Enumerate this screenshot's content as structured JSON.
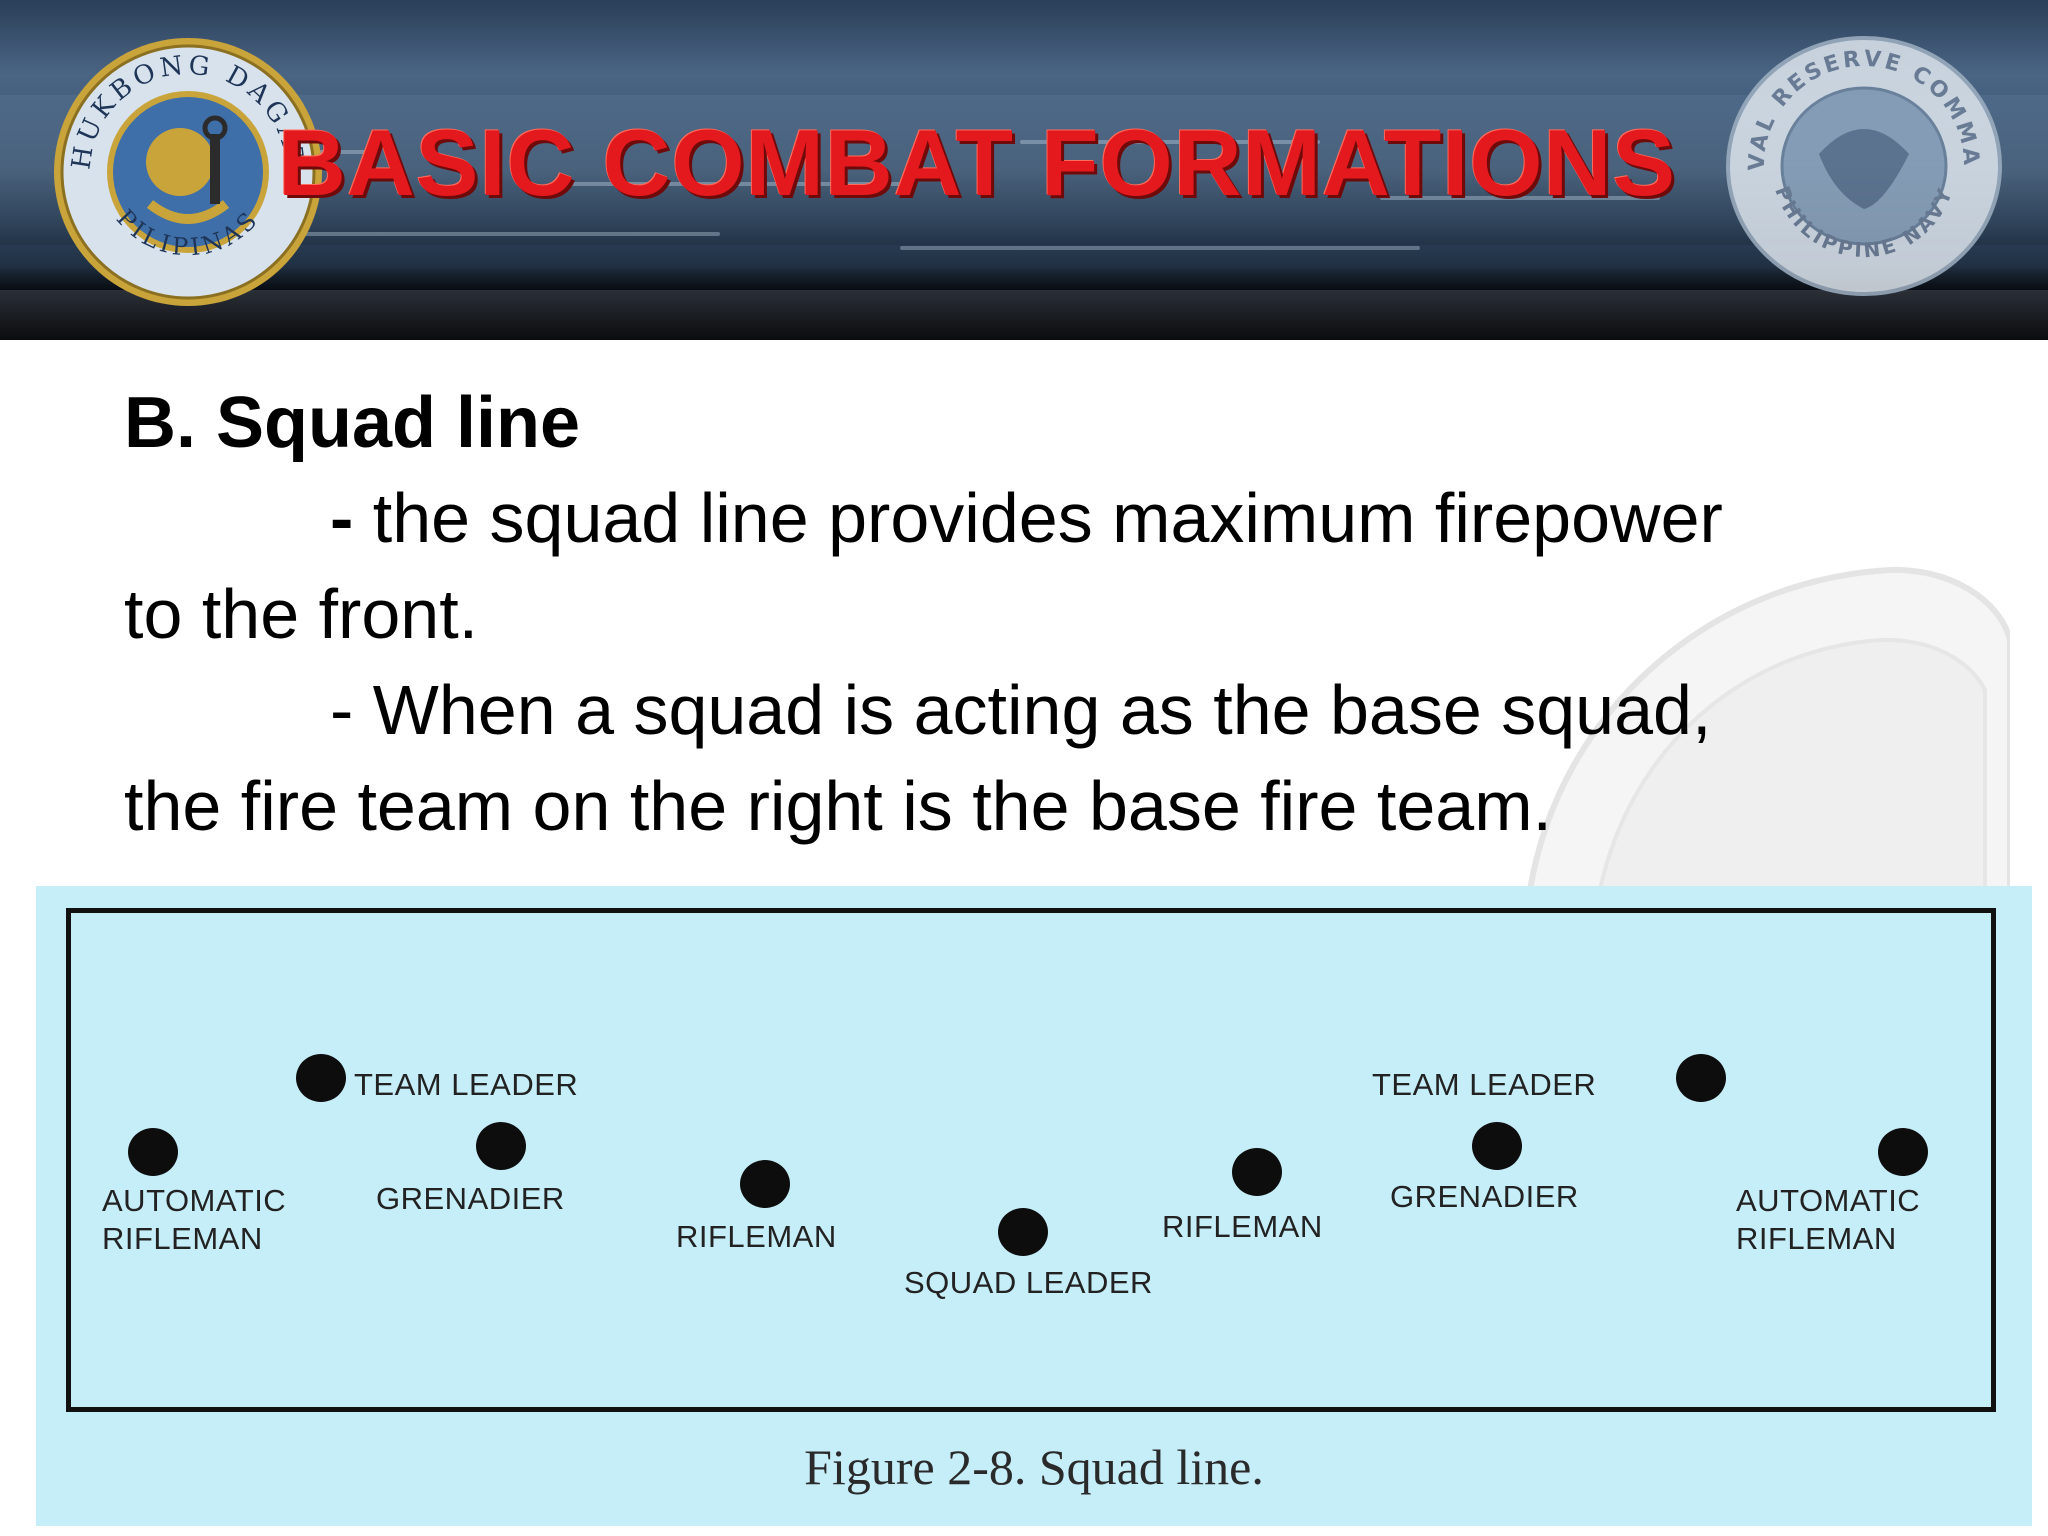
{
  "header": {
    "title": "BASIC COMBAT FORMATIONS",
    "left_seal": {
      "icon": "hukbong-dagat-seal-icon",
      "top_text": "HUKBONG DAGAT",
      "bottom_text": "PILIPINAS"
    },
    "right_seal": {
      "icon": "naval-reserve-command-seal-icon",
      "text": "NAVAL RESERVE COMMAND",
      "bottom_text": "PHILIPPINE NAVY"
    }
  },
  "body": {
    "heading": "B. Squad line",
    "points": [
      {
        "dash": "-",
        "first": " the squad line provides maximum firepower",
        "rest": "to the front."
      },
      {
        "dash": "-",
        "first": " When a squad is acting as the base squad,",
        "rest": "the fire team on the right is the base fire team."
      }
    ]
  },
  "figure": {
    "labels": {
      "left_team_leader": "TEAM LEADER",
      "left_automatic_rifleman": "AUTOMATIC\nRIFLEMAN",
      "left_grenadier": "GRENADIER",
      "left_rifleman": "RIFLEMAN",
      "squad_leader": "SQUAD LEADER",
      "right_rifleman": "RIFLEMAN",
      "right_team_leader": "TEAM LEADER",
      "right_grenadier": "GRENADIER",
      "right_automatic_rifleman": "AUTOMATIC\nRIFLEMAN"
    },
    "caption": "Figure 2-8. Squad line."
  },
  "colors": {
    "title": "#e3191e",
    "figure_background": "#c6eef8",
    "banner": "#3b5572"
  }
}
